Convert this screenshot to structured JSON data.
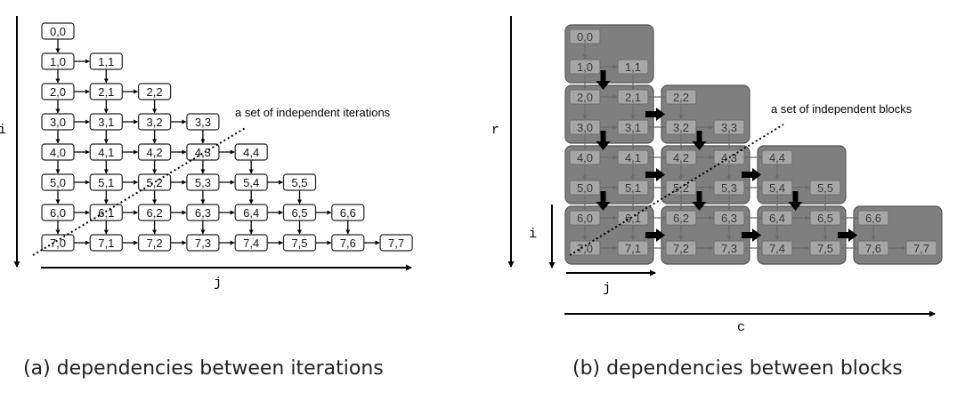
{
  "panel_a": {
    "caption": "(a) dependencies between iterations",
    "axis_i_label": "i",
    "axis_j_label": "j",
    "annotation": "a set of independent iterations",
    "n": 8
  },
  "panel_b": {
    "caption": "(b) dependencies between blocks",
    "axis_r_label": "r",
    "axis_i_label": "i",
    "axis_j_label": "j",
    "axis_c_label": "c",
    "annotation": "a set of independent blocks",
    "n": 8,
    "block_size": 2
  },
  "colors": {
    "cell_border": "#222222",
    "block_fill": "#7f7f7f",
    "block_border": "#555555",
    "block_cell_fill": "#a6a6a6",
    "block_cell_text": "#3a3a3a",
    "block_arrow": "#000000"
  }
}
